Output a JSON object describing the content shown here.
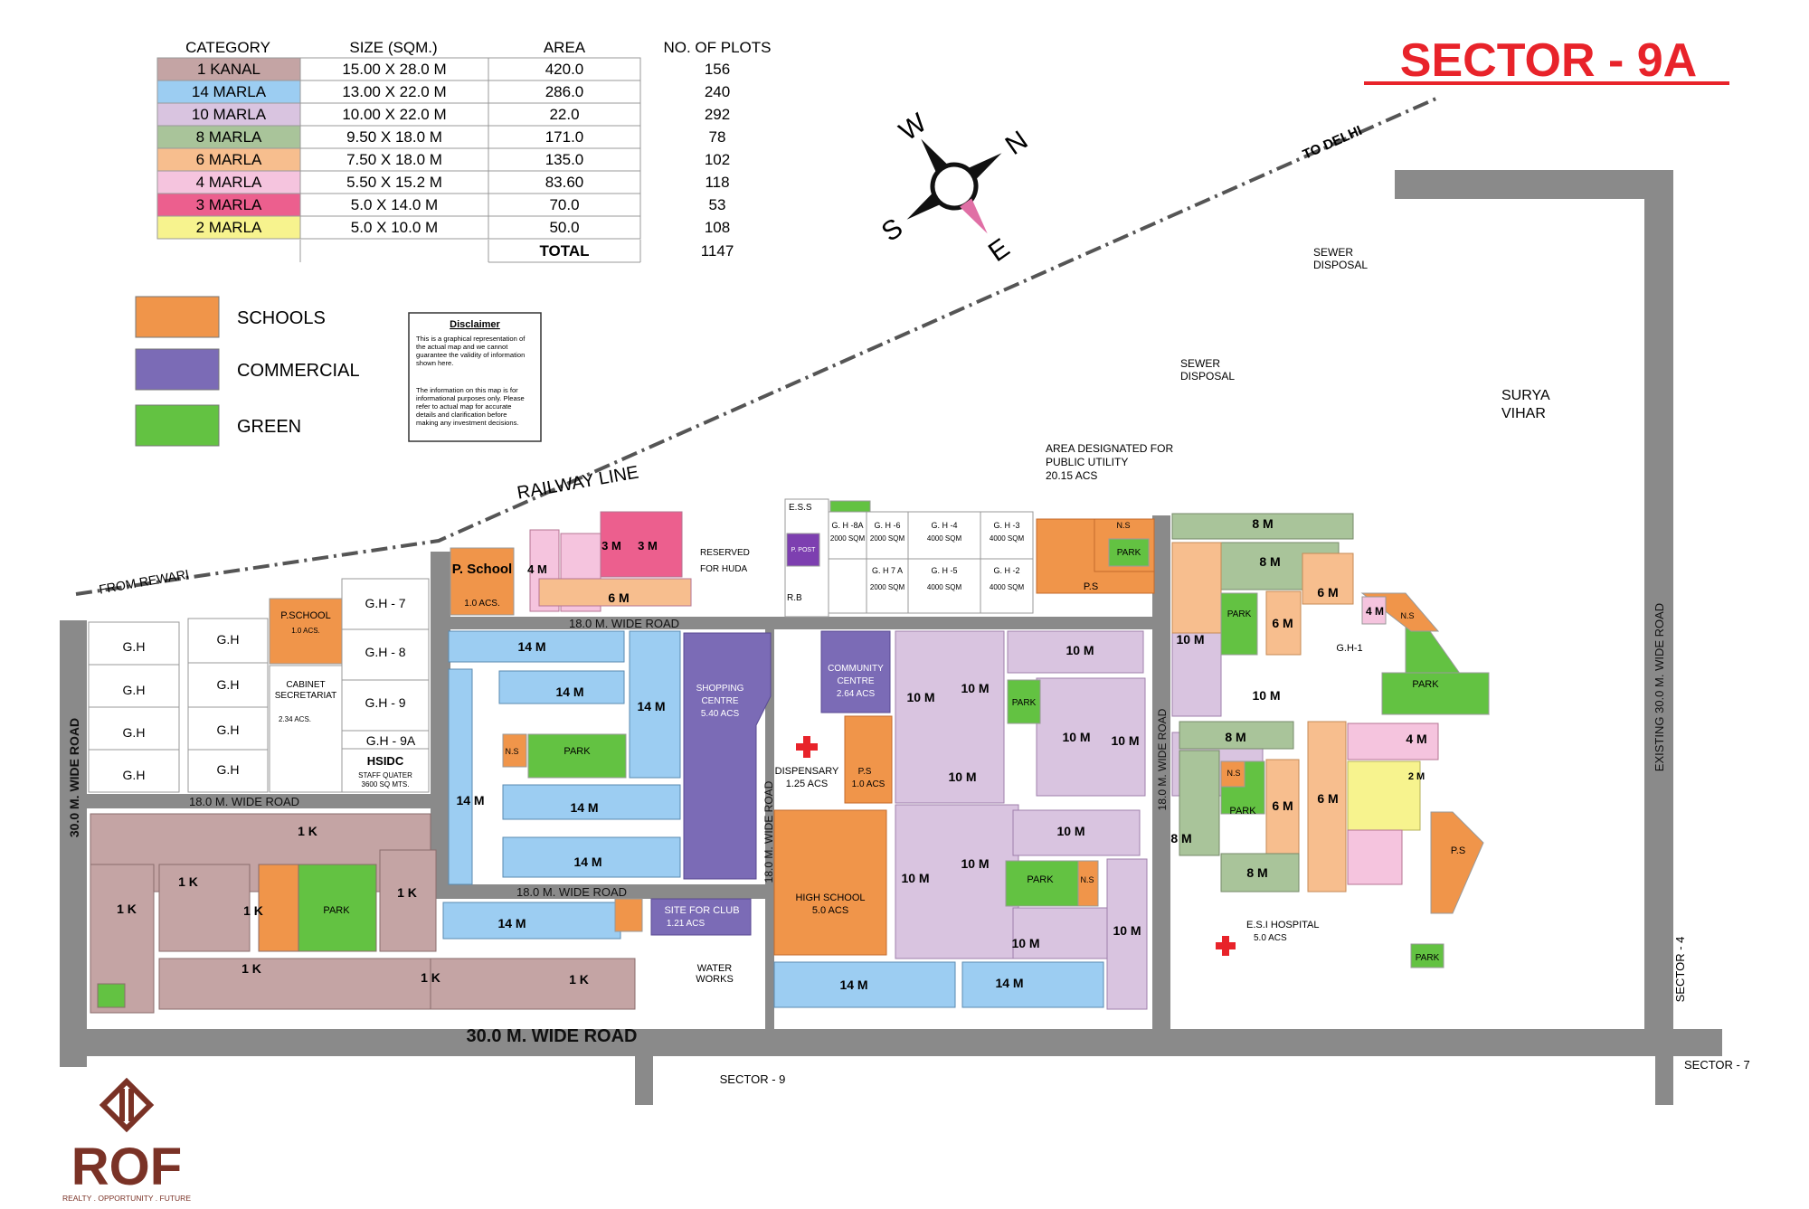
{
  "title": "SECTOR - 9A",
  "plot_table": {
    "headers": [
      "CATEGORY",
      "SIZE (SQM.)",
      "AREA",
      "NO. OF PLOTS"
    ],
    "rows": [
      {
        "category": "1 KANAL",
        "size": "15.00 X 28.0 M",
        "area": "420.0",
        "plots": "156",
        "color": "#c4a4a4"
      },
      {
        "category": "14 MARLA",
        "size": "13.00 X 22.0 M",
        "area": "286.0",
        "plots": "240",
        "color": "#9ccdf2"
      },
      {
        "category": "10 MARLA",
        "size": "10.00 X 22.0 M",
        "area": "22.0",
        "plots": "292",
        "color": "#d9c4e0"
      },
      {
        "category": "8 MARLA",
        "size": "9.50 X 18.0 M",
        "area": "171.0",
        "plots": "78",
        "color": "#a9c49a"
      },
      {
        "category": "6 MARLA",
        "size": "7.50 X 18.0 M",
        "area": "135.0",
        "plots": "102",
        "color": "#f7be8e"
      },
      {
        "category": "4 MARLA",
        "size": "5.50 X 15.2 M",
        "area": "83.60",
        "plots": "118",
        "color": "#f5c4de"
      },
      {
        "category": "3 MARLA",
        "size": "5.0 X 14.0 M",
        "area": "70.0",
        "plots": "53",
        "color": "#ec5f8e"
      },
      {
        "category": "2 MARLA",
        "size": "5.0 X 10.0 M",
        "area": "50.0",
        "plots": "108",
        "color": "#f7f38e"
      }
    ],
    "total_label": "TOTAL",
    "total_value": "1147"
  },
  "legend": [
    {
      "label": "SCHOOLS",
      "color": "#f0954a"
    },
    {
      "label": "COMMERCIAL",
      "color": "#7b6bb6"
    },
    {
      "label": "GREEN",
      "color": "#63c242"
    }
  ],
  "disclaimer": {
    "heading": "Disclaimer",
    "para1": [
      "This is a graphical representation of",
      "the actual map and we cannot",
      "guarantee the validity of information",
      "shown here."
    ],
    "para2": [
      "The information on this map is for",
      "informational purposes only. Please",
      "refer to actual map for accurate",
      "details and clarification before",
      "making any investment decisions."
    ]
  },
  "compass": {
    "n": "N",
    "s": "S",
    "e": "E",
    "w": "W"
  },
  "rail": {
    "railway": "RAILWAY LINE",
    "from": "FROM REWARI",
    "to": "TO DELHI"
  },
  "places": {
    "sewer1": [
      "SEWER",
      "DISPOSAL"
    ],
    "sewer2": [
      "SEWER",
      "DISPOSAL"
    ],
    "surya": [
      "SURYA",
      "VIHAR"
    ],
    "utility": [
      "AREA DESIGNATED  FOR",
      "PUBLIC UTILITY",
      "20.15 ACS"
    ],
    "sector4": "SECTOR - 4",
    "sector7": "SECTOR - 7",
    "sector9": "SECTOR - 9"
  },
  "roads": {
    "r30": "30.0 M. WIDE ROAD",
    "r30_left": "30.0 M. WIDE ROAD",
    "r30_right": "EXISTING 30.0 M. WIDE ROAD",
    "r18_top": "18.0 M. WIDE ROAD",
    "r18_left": "18.0 M. WIDE ROAD",
    "r18_mid": "18.0 M. WIDE ROAD",
    "r18_vmid": "18.0 M. WIDE ROAD",
    "r18_vright": "18.0 M. WIDE ROAD"
  },
  "facilities": {
    "pschool": "P. School",
    "pschool_acs": "1.0 ACS.",
    "pschool2": "P.SCHOOL",
    "pschool2_acs": "1.0 ACS.",
    "cabinet": [
      "CABINET",
      "SECRETARIAT"
    ],
    "cabinet_acs": "2.34 ACS.",
    "hsidc": "HSIDC",
    "staff": [
      "STAFF QUATER",
      "3600 SQ MTS."
    ],
    "shopping": [
      "SHOPPING",
      "CENTRE",
      "5.40 ACS"
    ],
    "community": [
      "COMMUNITY",
      "CENTRE",
      "2.64 ACS"
    ],
    "dispensary": [
      "DISPENSARY",
      "1.25 ACS"
    ],
    "ps": "P.S",
    "ps_acs": "1.0 ACS",
    "high_school": [
      "HIGH SCHOOL",
      "5.0 ACS"
    ],
    "club": [
      "SITE FOR CLUB",
      "1.21 ACS"
    ],
    "water": [
      "WATER",
      "WORKS"
    ],
    "esi": [
      "E.S.I HOSPITAL",
      "5.0 ACS"
    ],
    "reserved": [
      "RESERVED",
      "FOR HUDA"
    ],
    "ess": "E.S.S",
    "rb": "R.B",
    "ppost": "P. POST",
    "park": "PARK",
    "ns": "N.S",
    "gh1": "G.H-1",
    "ps_right": "P.S",
    "ps_top": "P.S"
  },
  "gh_left": [
    "G.H",
    "G.H",
    "G.H",
    "G.H"
  ],
  "gh_mid": [
    "G.H",
    "G.H",
    "G.H",
    "G.H"
  ],
  "gh_right": [
    "G.H - 7",
    "G.H - 8",
    "G.H - 9",
    "G.H - 9A"
  ],
  "gh_top": [
    {
      "name": "G. H -8A",
      "size": "2000 SQM"
    },
    {
      "name": "G. H -6",
      "size": "2000 SQM"
    },
    {
      "name": "G. H -4",
      "size": "4000 SQM"
    },
    {
      "name": "G. H -3",
      "size": "4000 SQM"
    },
    {
      "name": "G. H 7 A",
      "size": "2000 SQM"
    },
    {
      "name": "G. H -5",
      "size": "4000 SQM"
    },
    {
      "name": "G. H -2",
      "size": "4000 SQM"
    }
  ],
  "block_labels": {
    "m14": "14 M",
    "m10": "10 M",
    "m8": "8 M",
    "m6": "6 M",
    "m4": "4 M",
    "m3": "3 M",
    "m2": "2 M",
    "k1": "1 K"
  },
  "logo": {
    "name": "ROF",
    "tagline": "REALTY . OPPORTUNITY . FUTURE"
  }
}
